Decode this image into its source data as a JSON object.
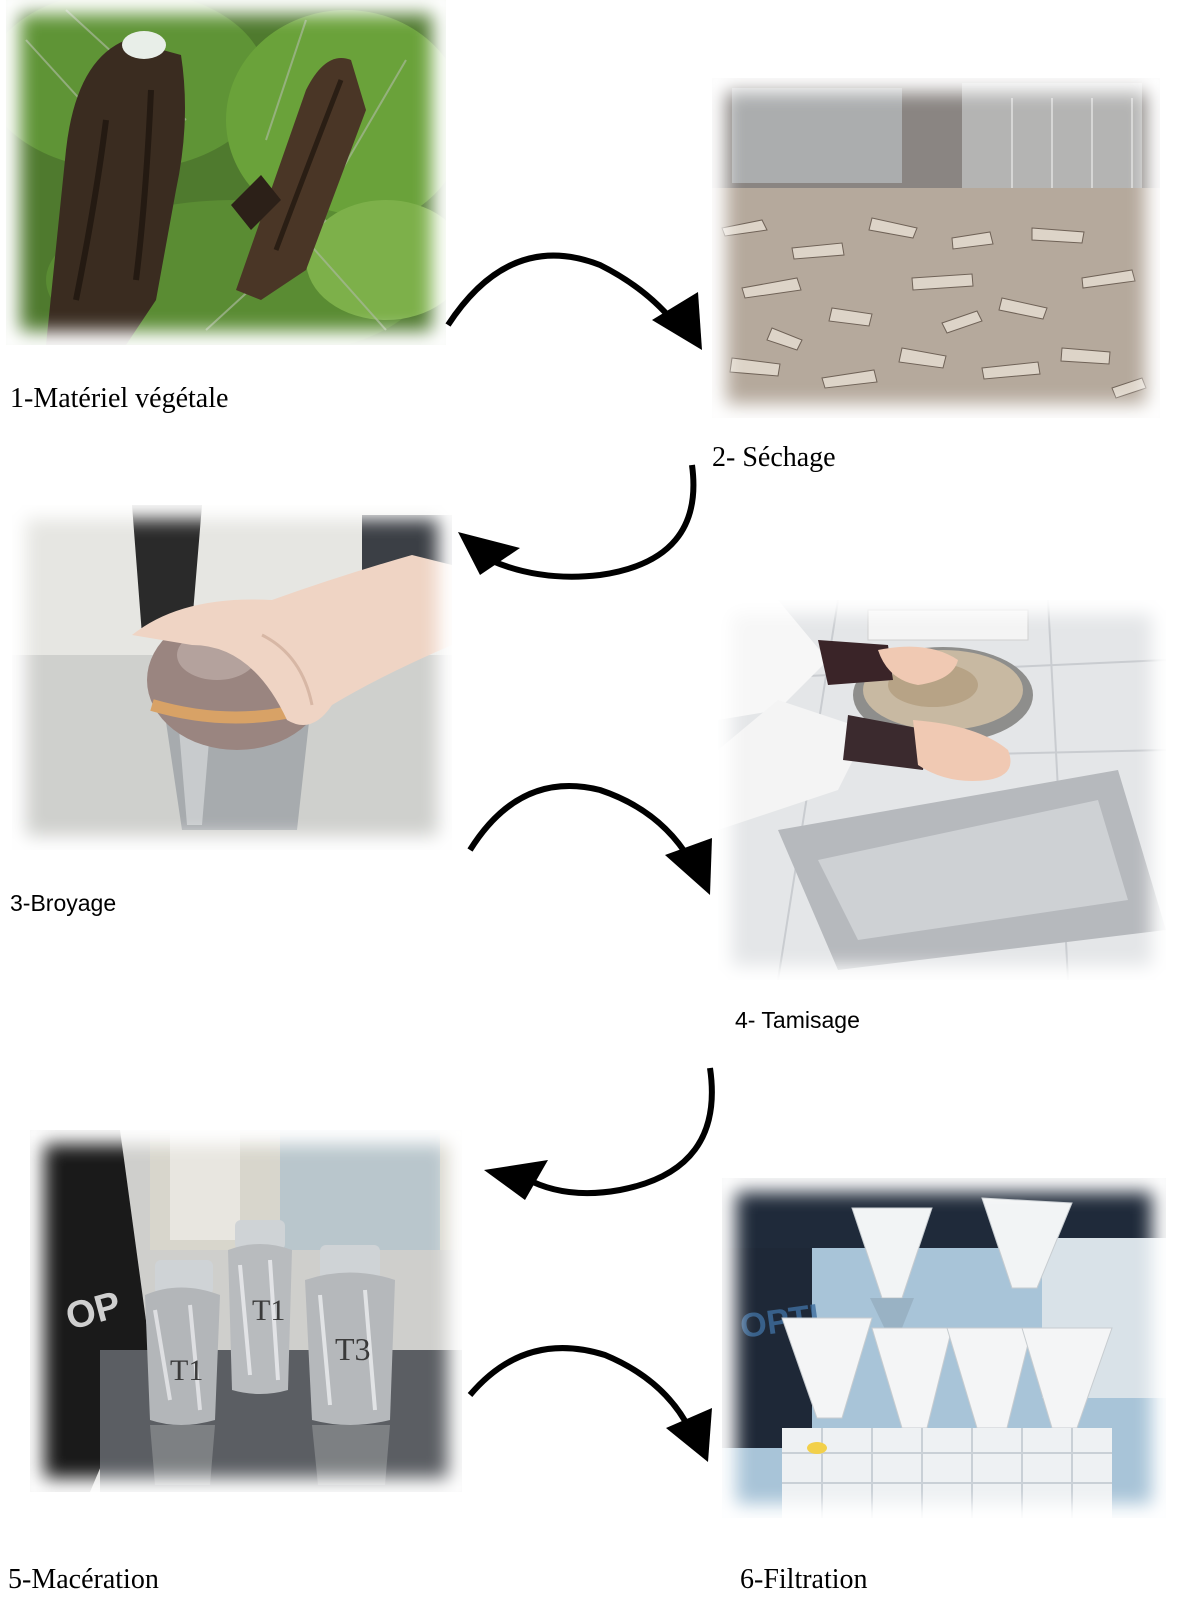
{
  "steps": [
    {
      "label": "1-Matériel végétale"
    },
    {
      "label": "2- Séchage"
    },
    {
      "label": "3-Broyage"
    },
    {
      "label": "4- Tamisage"
    },
    {
      "label": "5-Macération"
    },
    {
      "label": "6-Filtration"
    }
  ],
  "photo_text": {
    "flask_t1": "T1",
    "flask_t2": "T1",
    "flask_t3": "T3",
    "box_brand_1": "OP",
    "box_brand_2": "OPTI"
  },
  "colors": {
    "arrow": "#000000",
    "background": "#ffffff",
    "label_text": "#000000"
  },
  "icons": [
    "curved-arrow-icon"
  ]
}
